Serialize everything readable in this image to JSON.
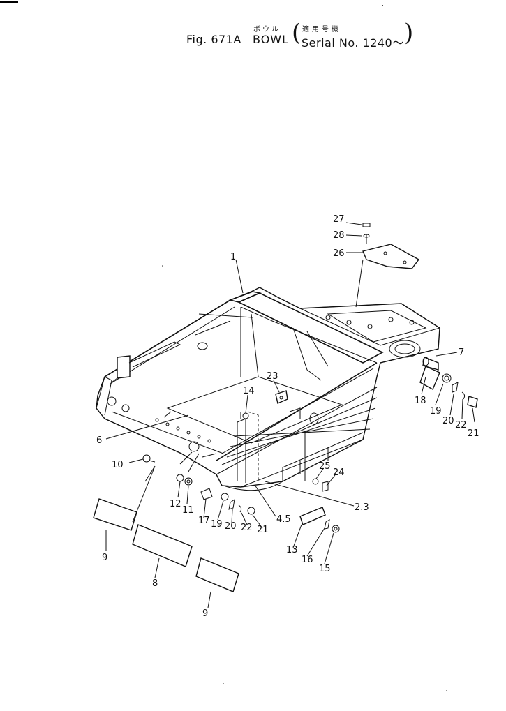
{
  "title": {
    "figure": "Fig. 671A",
    "name_jp": "ボウル",
    "name": "BOWL",
    "serial_jp": "適用号機",
    "serial": "Serial No. 1240～"
  },
  "callouts": {
    "c1": "1",
    "c2_3": "2.3",
    "c4_5": "4.5",
    "c6": "6",
    "c7": "7",
    "c8": "8",
    "c9a": "9",
    "c9b": "9",
    "c10": "10",
    "c11": "11",
    "c12": "12",
    "c13": "13",
    "c14": "14",
    "c15": "15",
    "c16": "16",
    "c17": "17",
    "c18": "18",
    "c19a": "19",
    "c19b": "19",
    "c20a": "20",
    "c20b": "20",
    "c21a": "21",
    "c21b": "21",
    "c22a": "22",
    "c22b": "22",
    "c23": "23",
    "c24": "24",
    "c25": "25",
    "c26": "26",
    "c27": "27",
    "c28": "28"
  }
}
